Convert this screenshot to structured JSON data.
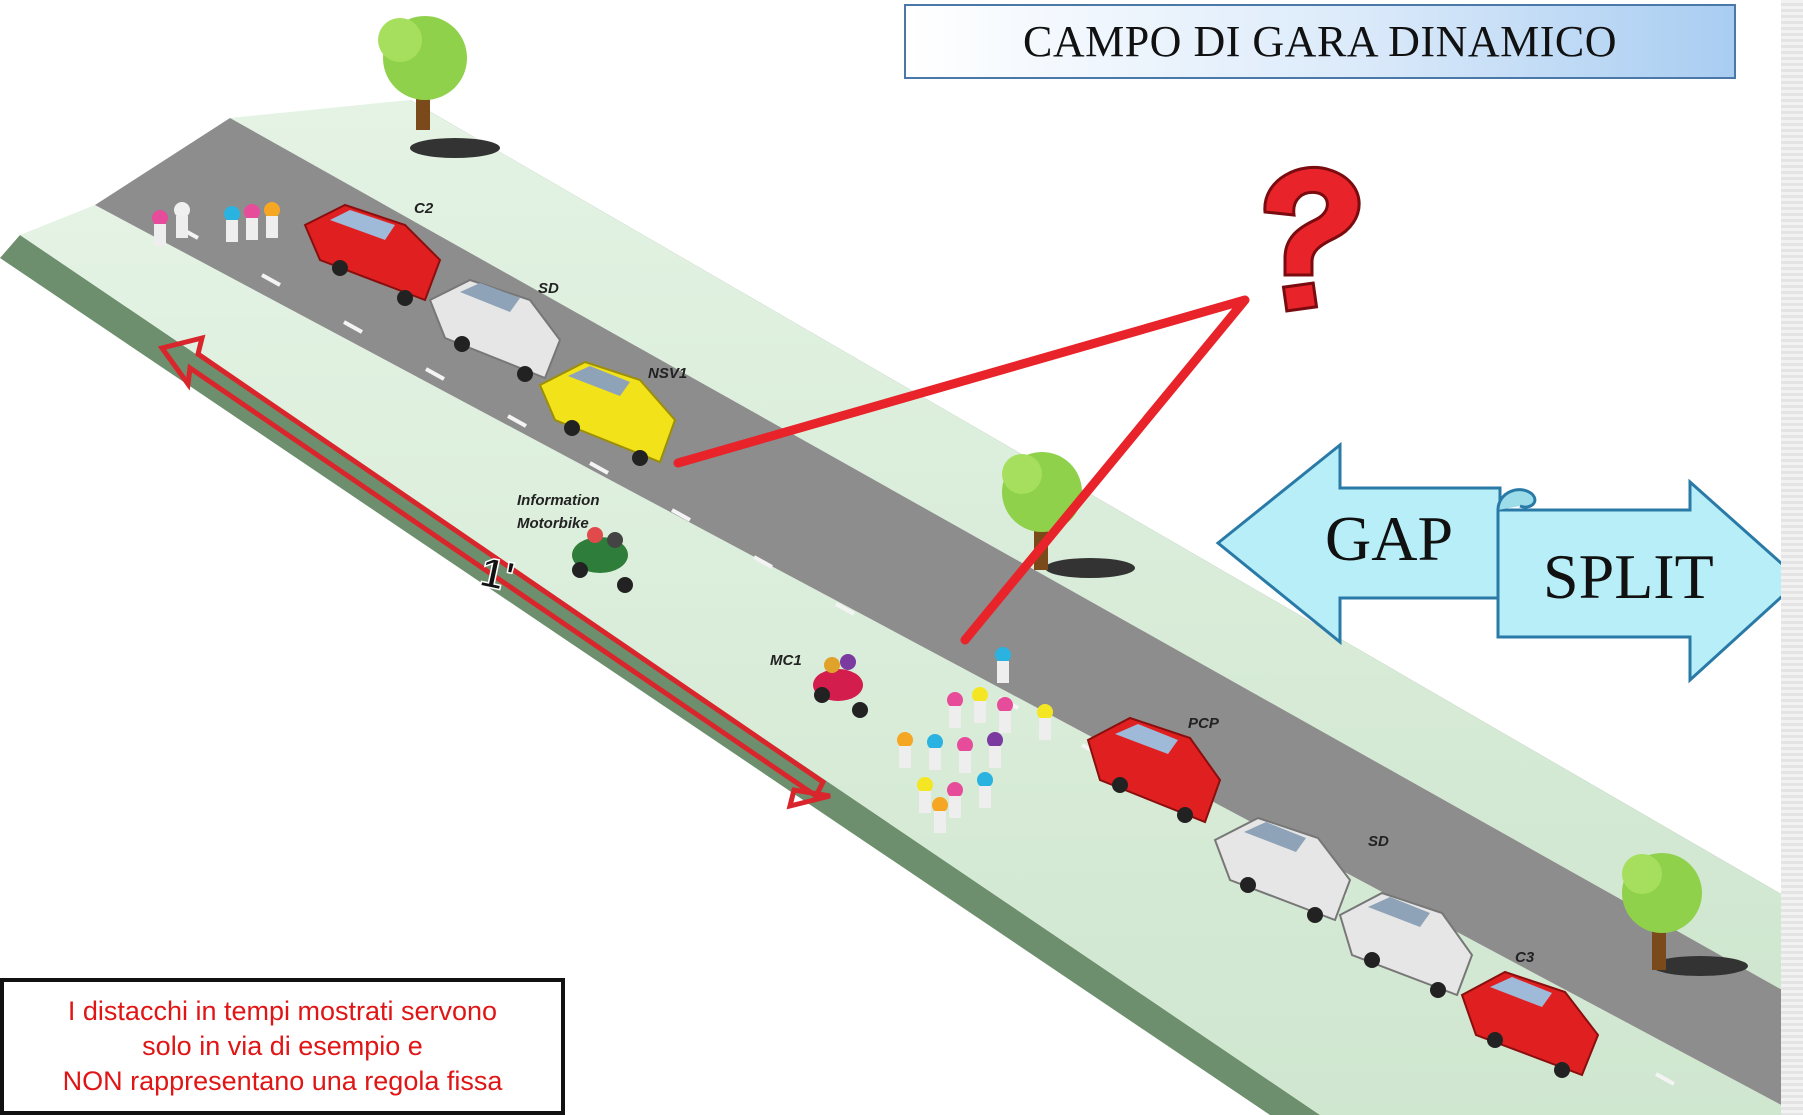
{
  "title": "CAMPO DI GARA DINAMICO",
  "arrows": {
    "gap_label": "GAP",
    "split_label": "SPLIT"
  },
  "gap_time_label": "1'",
  "vehicles": {
    "c2": "C2",
    "sd_top": "SD",
    "nsv1": "NSV1",
    "info_moto_line1": "Information",
    "info_moto_line2": "Motorbike",
    "mc1": "MC1",
    "pcp": "PCP",
    "sd_bottom": "SD",
    "c3": "C3"
  },
  "note": {
    "line1": "I distacchi in tempi mostrati servono",
    "line2": "solo in via di esempio e",
    "line3": "NON rappresentano una regola fissa"
  },
  "colors": {
    "road": "#8e8e8e",
    "verge": "#d8ecd8",
    "red_car": "#e02020",
    "yellow_car": "#f2e21a",
    "silver_car": "#e6e6e6",
    "red_line": "#e8232a",
    "arrow_fill": "#b8eef8",
    "arrow_stroke": "#2a7aa8"
  }
}
